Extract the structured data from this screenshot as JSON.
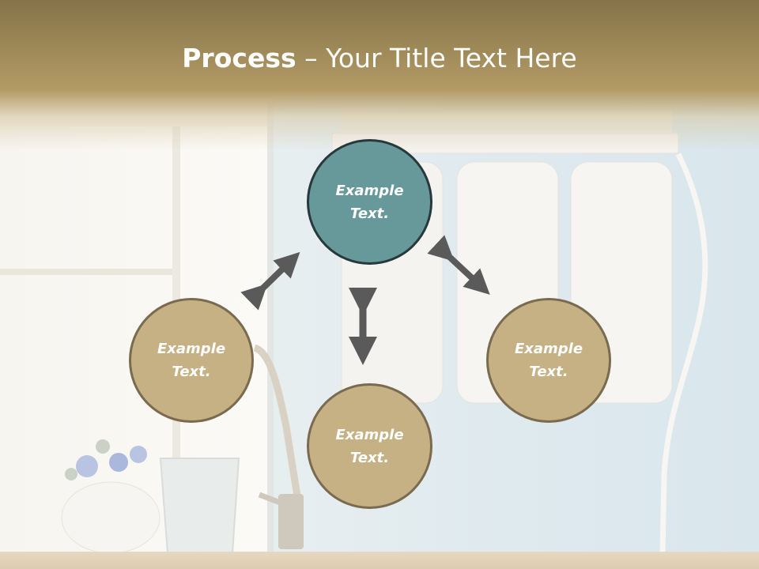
{
  "slide": {
    "title_bold": "Process",
    "title_rest": " – Your Title Text Here"
  },
  "nodes": {
    "top": {
      "line1": "Example",
      "line2": "Text."
    },
    "left": {
      "line1": "Example",
      "line2": "Text."
    },
    "right": {
      "line1": "Example",
      "line2": "Text."
    },
    "bottom": {
      "line1": "Example",
      "line2": "Text."
    }
  },
  "colors": {
    "header": "#9c8757",
    "node_top_fill": "#67989a",
    "node_top_border": "#27393c",
    "node_fill": "#c6b185",
    "node_border": "#7a6b50",
    "arrow": "#5a5a5a"
  },
  "icons": [
    "double-arrow-icon"
  ]
}
